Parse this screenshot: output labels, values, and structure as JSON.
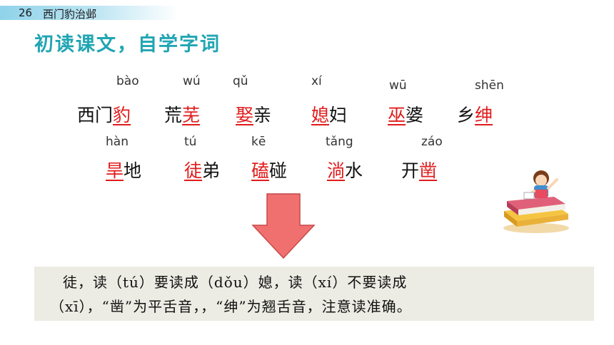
{
  "lesson": {
    "number": "26",
    "title": "西门豹治邺"
  },
  "heading": "初读课文，自学字词",
  "row1": {
    "pinyin": [
      "bào",
      "wú",
      "qǔ",
      "xí",
      "wū",
      "shēn"
    ],
    "words": [
      {
        "plain_before": "西门",
        "target": "豹",
        "plain_after": ""
      },
      {
        "plain_before": "荒",
        "target": "芜",
        "plain_after": ""
      },
      {
        "plain_before": "",
        "target": "娶",
        "plain_after": "亲"
      },
      {
        "plain_before": "",
        "target": "媳",
        "plain_after": "妇"
      },
      {
        "plain_before": "",
        "target": "巫",
        "plain_after": "婆"
      },
      {
        "plain_before": "乡",
        "target": "绅",
        "plain_after": ""
      }
    ]
  },
  "row2": {
    "pinyin": [
      "hàn",
      "tú",
      "kē",
      "tǎng",
      "záo"
    ],
    "words": [
      {
        "plain_before": "",
        "target": "旱",
        "plain_after": "地"
      },
      {
        "plain_before": "",
        "target": "徒",
        "plain_after": "弟"
      },
      {
        "plain_before": "",
        "target": "磕",
        "plain_after": "碰"
      },
      {
        "plain_before": "",
        "target": "淌",
        "plain_after": "水"
      },
      {
        "plain_before": "开",
        "target": "凿",
        "plain_after": ""
      }
    ]
  },
  "note": {
    "line1": "徒，读（tú）要读成（dǒu）媳，读（xí）不要读成",
    "line2": "（xī），“凿”为平舌音，，“绅”为翘舌音，注意读准确。"
  },
  "colors": {
    "heading": "#21a5b3",
    "highlight": "#e11b1b",
    "arrow": "#f07070",
    "note_bg": "#ecece4"
  },
  "icons": {
    "arrow": "down-arrow-icon",
    "figure": "girl-reading-books-icon"
  }
}
